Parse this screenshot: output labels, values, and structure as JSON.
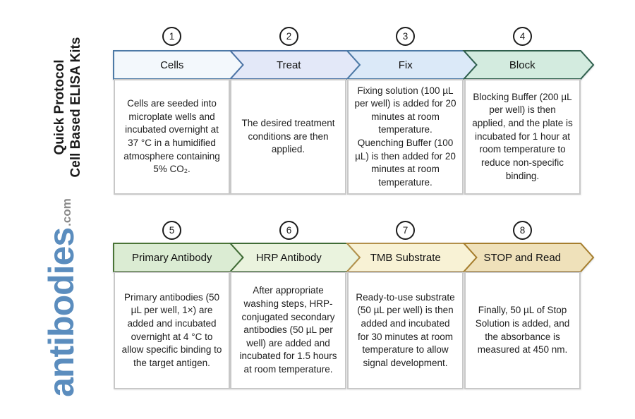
{
  "title": {
    "line1": "Cell Based ELISA Kits",
    "line2": "Quick Protocol"
  },
  "brand": {
    "name": "antibodies",
    "suffix": ".com",
    "name_color": "#5b8dbe",
    "suffix_color": "#8a8a8a"
  },
  "steps": [
    {
      "number": "1",
      "label": "Cells",
      "description": "Cells are seeded into microplate wells and incubated overnight at 37 °C in a humidified atmosphere containing 5% CO₂.",
      "fill": "#f3f8fc",
      "stroke": "#4d7aa6"
    },
    {
      "number": "2",
      "label": "Treat",
      "description": "The desired treatment conditions are then applied.",
      "fill": "#e3e8f8",
      "stroke": "#4d74a6"
    },
    {
      "number": "3",
      "label": "Fix",
      "description": "Fixing solution (100 µL per well) is added for 20 minutes at room temperature. Quenching Buffer (100 µL) is then added for 20 minutes at room temperature.",
      "fill": "#dbe9f8",
      "stroke": "#4d7aa6"
    },
    {
      "number": "4",
      "label": "Block",
      "description": "Blocking Buffer (200 µL per well) is then applied, and the plate is incubated for 1 hour at room temperature to reduce non-specific binding.",
      "fill": "#d3ebdf",
      "stroke": "#2f5f4d"
    },
    {
      "number": "5",
      "label": "Primary Antibody",
      "description": "Primary antibodies (50 µL per well, 1×) are added and incubated overnight at 4 °C to allow specific binding to the target antigen.",
      "fill": "#dbecd3",
      "stroke": "#4a7436"
    },
    {
      "number": "6",
      "label": "HRP Antibody",
      "description": "After appropriate washing steps, HRP-conjugated secondary antibodies (50 µL per well) are added and incubated for 1.5 hours at room temperature.",
      "fill": "#eaf3de",
      "stroke": "#3f6b35"
    },
    {
      "number": "7",
      "label": "TMB Substrate",
      "description": "Ready-to-use substrate (50 µL per well) is then added and incubated for 30 minutes at room temperature to allow signal development.",
      "fill": "#f8f2d5",
      "stroke": "#b3904a"
    },
    {
      "number": "8",
      "label": "STOP and Read",
      "description": "Finally, 50 µL of Stop Solution is added, and the absorbance is measured at 450 nm.",
      "fill": "#efe1ba",
      "stroke": "#a67e2e"
    }
  ]
}
